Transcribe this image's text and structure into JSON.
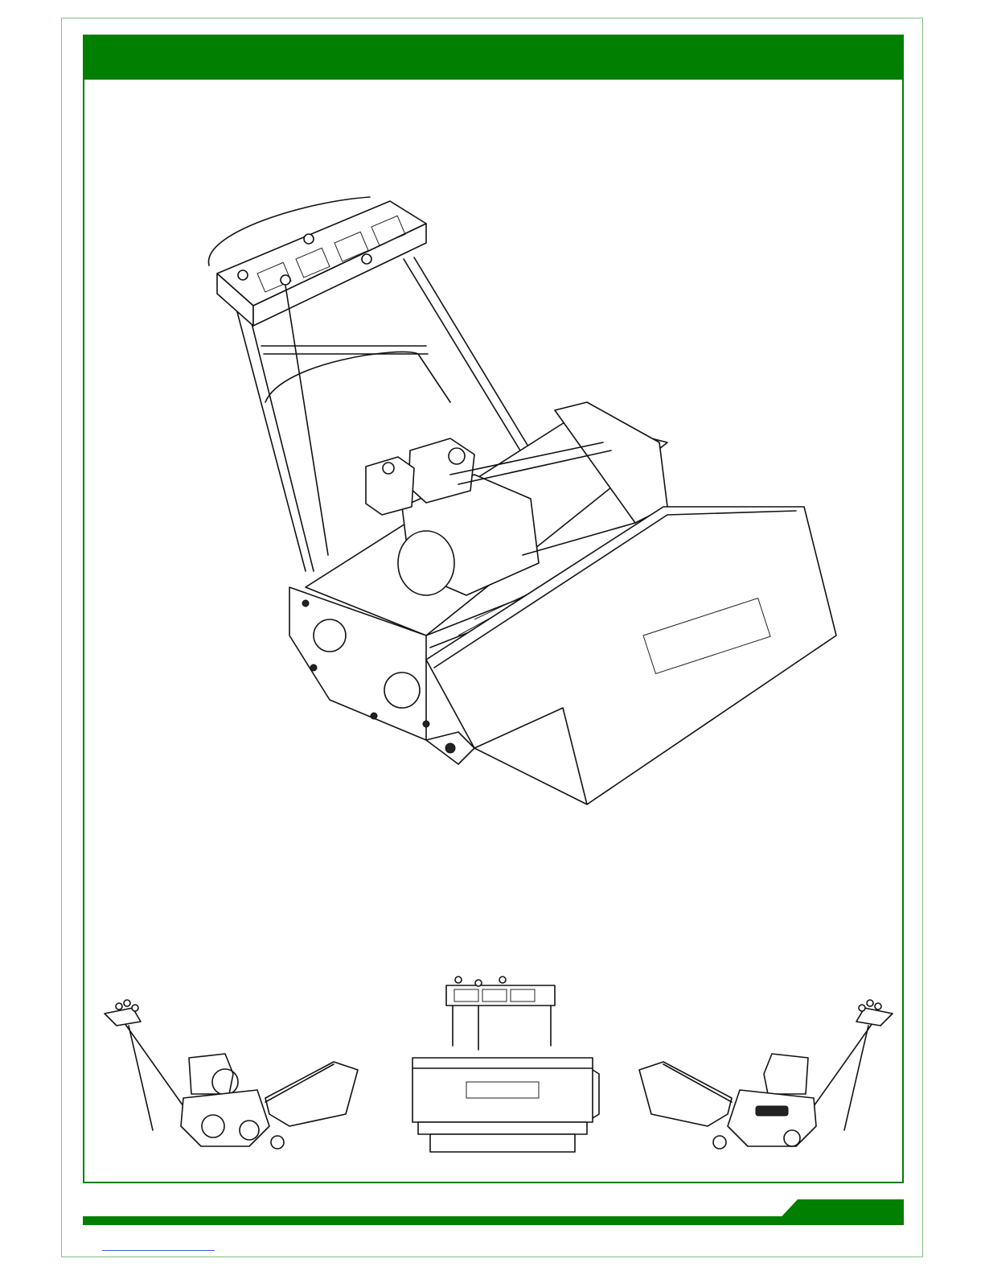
{
  "header": {
    "title": ""
  },
  "footer": {
    "page_number": ""
  },
  "figure": {
    "main_view": "perspective-illustration",
    "side_views": [
      "left-side-view",
      "front-view",
      "right-side-view"
    ]
  },
  "colors": {
    "brand_green": "#007f00",
    "frame_light_green": "#7fbf7f",
    "link_blue": "#3a62c7"
  }
}
